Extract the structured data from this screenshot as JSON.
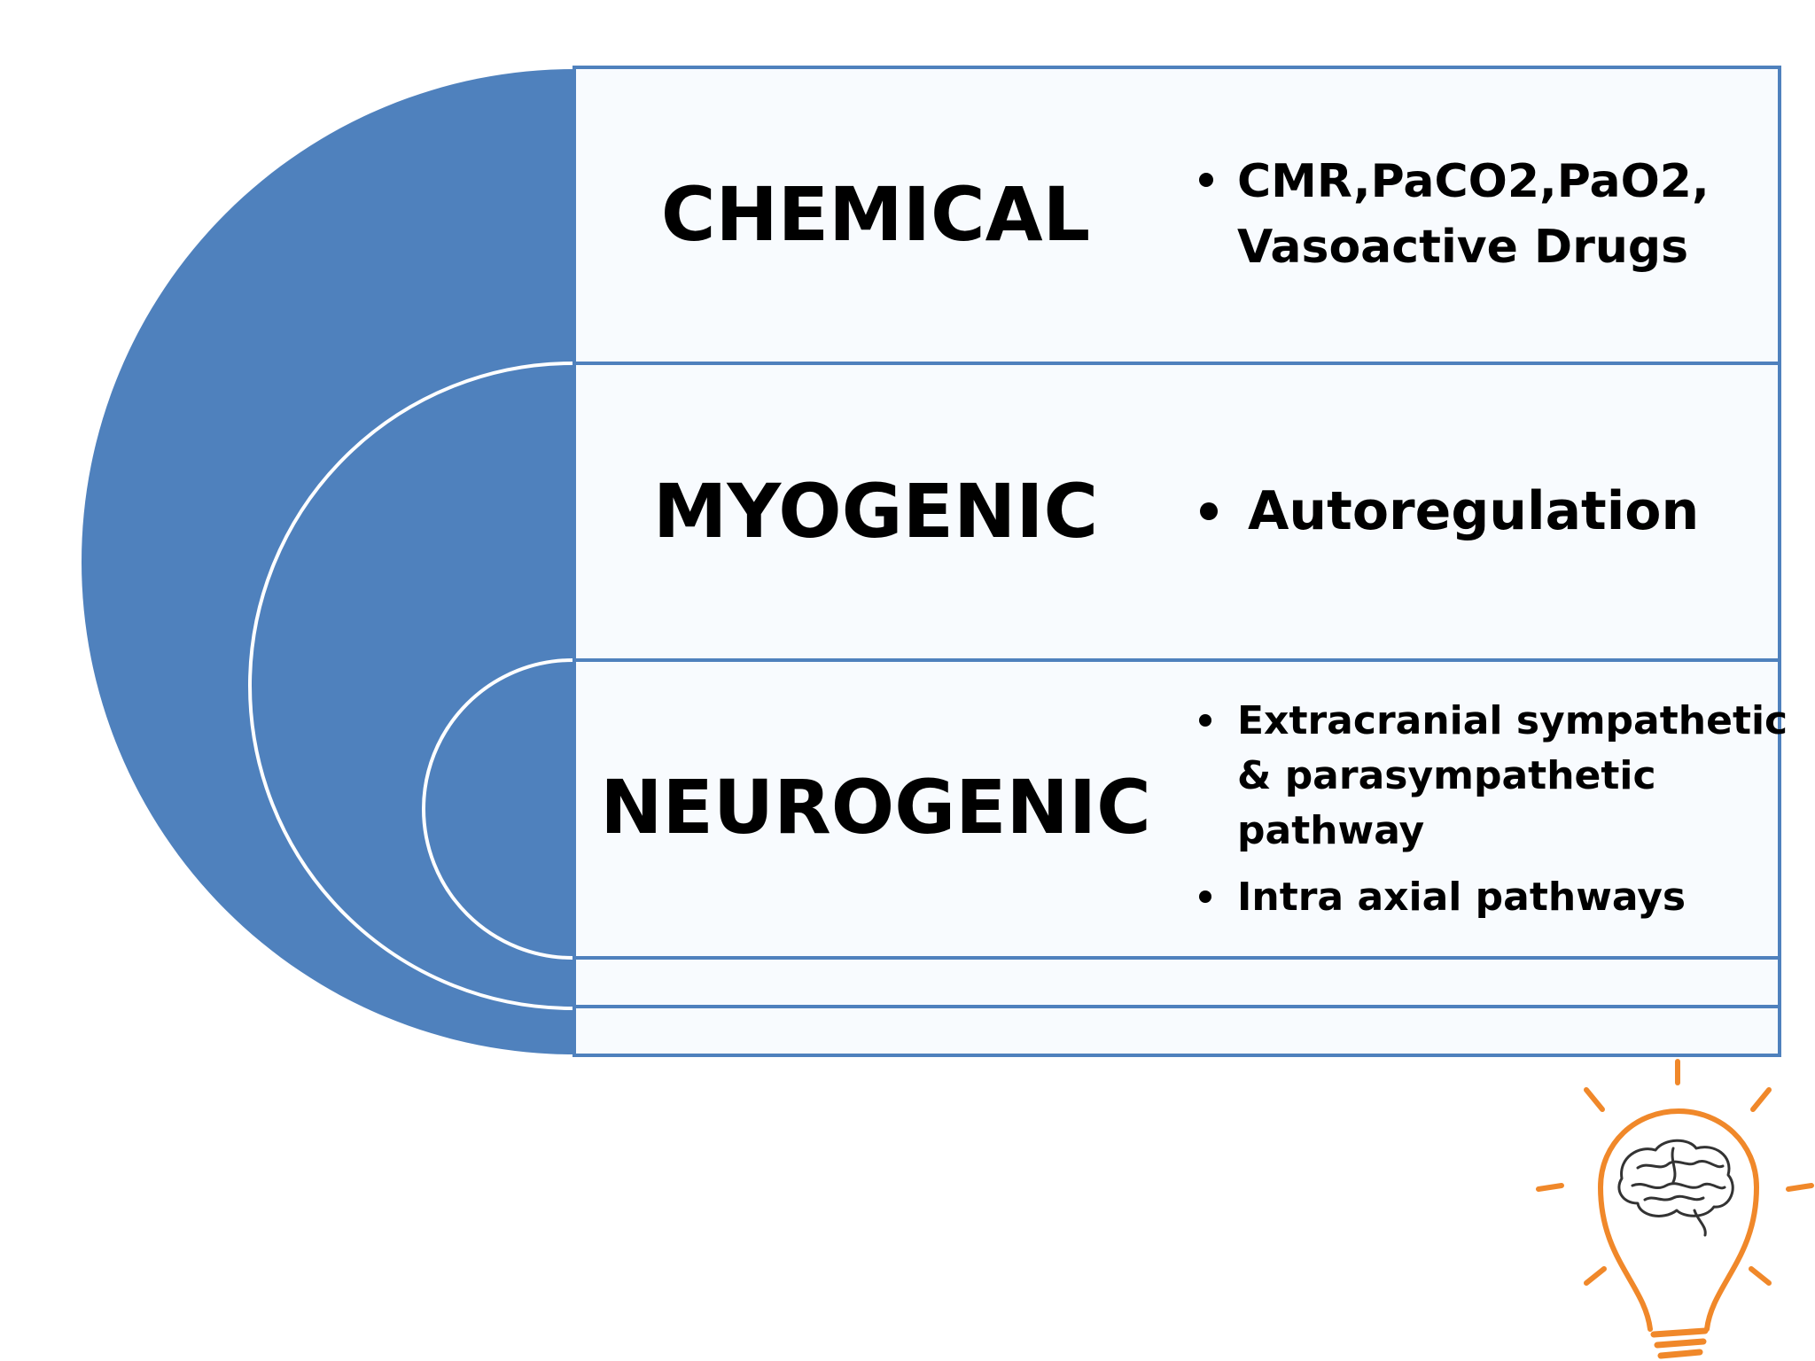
{
  "slide": {
    "accent_color": "#4f81bd",
    "box_fill": "#f8fbfe",
    "ring_stroke": "#ffffff",
    "bulb_color": "#f0882a",
    "bulb_icon": "lightbulb-brain-icon"
  },
  "rows": [
    {
      "title": "CHEMICAL",
      "bullets": [
        {
          "lines": [
            "CMR,PaCO2,PaO2,",
            "Vasoactive Drugs"
          ]
        }
      ]
    },
    {
      "title": "MYOGENIC",
      "bullets": [
        {
          "lines": [
            "Autoregulation"
          ]
        }
      ]
    },
    {
      "title": "NEUROGENIC",
      "bullets": [
        {
          "lines": [
            "Extracranial sympathetic",
            "& parasympathetic",
            "pathway"
          ]
        },
        {
          "lines": [
            "Intra axial pathways"
          ]
        }
      ]
    }
  ]
}
